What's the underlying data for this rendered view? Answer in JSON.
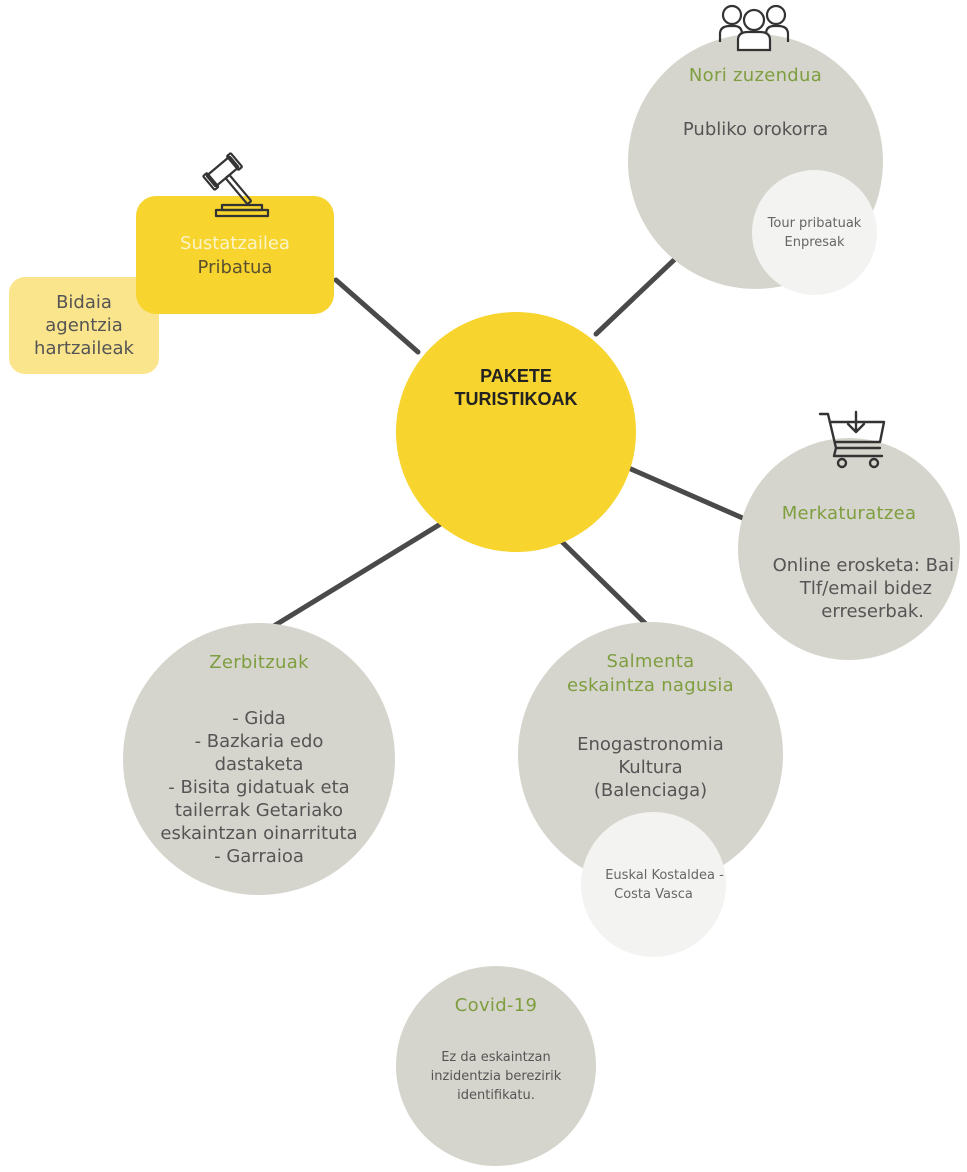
{
  "center": {
    "line1": "PAKETE",
    "line2": "TURISTIKOAK"
  },
  "promoter": {
    "title": "Sustatzailea",
    "value": "Pribatua",
    "side_box": [
      "Bidaia",
      "agentzia",
      "hartzaileak"
    ]
  },
  "audience": {
    "title": "Nori zuzendua",
    "value": "Publiko orokorra",
    "sub": [
      "Tour pribatuak",
      "Enpresak"
    ]
  },
  "marketing": {
    "title": "Merkaturatzea",
    "lines": [
      "Online erosketa: Bai",
      "Tlf/email bidez",
      "erreserbak."
    ]
  },
  "services": {
    "title": "Zerbitzuak",
    "lines": [
      "- Gida",
      "- Bazkaria edo",
      "dastaketa",
      "- Bisita gidatuak eta",
      "tailerrak Getariako",
      "eskaintzan oinarrituta",
      "- Garraioa"
    ]
  },
  "sales": {
    "title_lines": [
      "Salmenta",
      "eskaintza nagusia"
    ],
    "lines": [
      "Enogastronomia",
      "Kultura",
      "(Balenciaga)"
    ],
    "sub": [
      "Euskal Kostaldea -",
      "Costa Vasca"
    ]
  },
  "covid": {
    "title": "Covid-19",
    "lines": [
      "Ez da eskaintzan",
      "inzidentzia berezirik",
      "identifikatu."
    ]
  },
  "icons": {
    "promoter": "gavel-icon",
    "audience": "people-group-icon",
    "marketing": "shopping-cart-icon"
  },
  "colors": {
    "yellow": "#f7d42e",
    "light_yellow": "#fbe58c",
    "gray_circle": "#d6d5cd",
    "light_circle": "#f3f3f2",
    "green_heading": "#7e9e3f",
    "connector": "#4a4a4a"
  }
}
